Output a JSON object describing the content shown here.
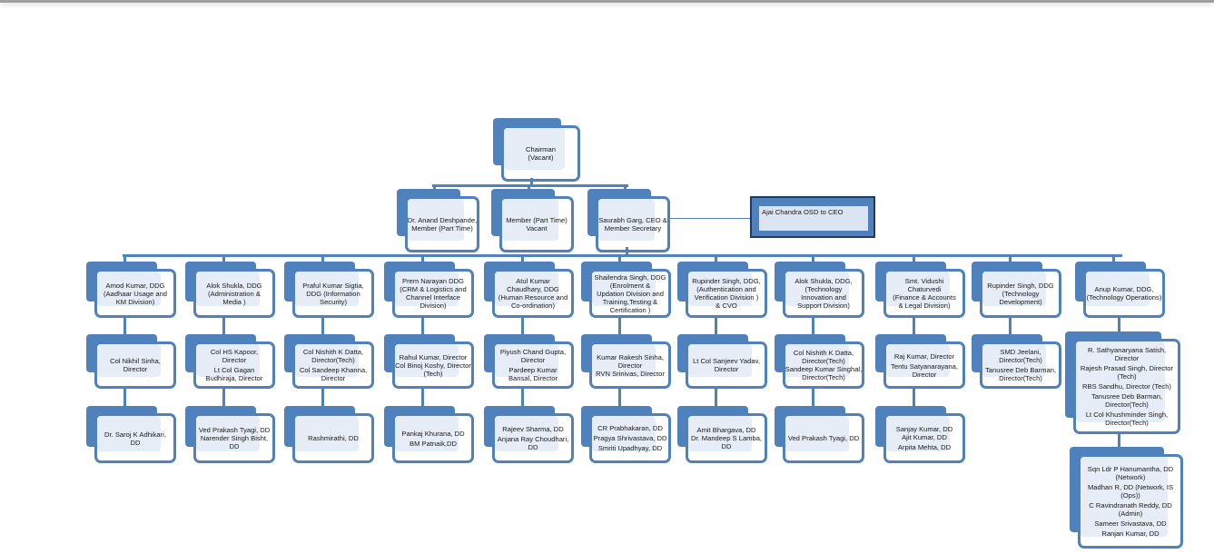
{
  "chart_title": "",
  "top": {
    "chairman": [
      "Chairman",
      "(Vacant)"
    ],
    "members": [
      [
        "Dr. Anand Deshpande,",
        "Member (Part Time)"
      ],
      [
        "Member (Part Time)",
        "Vacant"
      ],
      [
        "Saurabh Garg, CEO &",
        "Member Secretary"
      ]
    ],
    "osd": "Ajai Chandra OSD to CEO"
  },
  "columns": [
    {
      "ddg": [
        "Amod Kumar, DDG",
        "(Aadhaar Usage and",
        "KM Division)"
      ],
      "directors": [
        [
          "Col Nikhil Sinha,",
          "Director"
        ]
      ],
      "dds": [
        [
          "Dr. Saroj K Adhikari,",
          "DD"
        ]
      ]
    },
    {
      "ddg": [
        "Alok Shukla, DDG",
        "(Administration &",
        "Media )"
      ],
      "directors": [
        [
          "Col HS Kapoor,",
          "Director"
        ],
        [
          "Lt Col Gagan",
          "Budhiraja,  Director"
        ]
      ],
      "dds": [
        [
          "Ved Prakash Tyagi, DD",
          "Narender Singh Bisht,",
          "DD"
        ]
      ]
    },
    {
      "ddg": [
        "Praful Kumar Sigtia,",
        "DDG (Information",
        "Security)"
      ],
      "directors": [
        [
          "Col Nishith K Datta,",
          "Director(Tech)"
        ],
        [
          "Col Sandeep Khanna,",
          "Director"
        ]
      ],
      "dds": [
        [
          "Rashmirathi, DD"
        ]
      ]
    },
    {
      "ddg": [
        "Prem Narayan DDG",
        "(CRM & Logistics and",
        "Channel  Interface",
        "Division)"
      ],
      "directors": [
        [
          "Rahul Kumar, Director",
          "Col Binoj Koshy, Director",
          "(Tech)"
        ]
      ],
      "dds": [
        [
          "Pankaj Khurana, DD"
        ],
        [
          "BM Patnaik,DD"
        ]
      ]
    },
    {
      "ddg": [
        "Atul Kumar",
        "Chaudhary, DDG",
        "(Human Resource and",
        "Co-ordination)"
      ],
      "directors": [
        [
          "Piyush Chand Gupta,",
          "Director"
        ],
        [
          "Pardeep Kumar",
          "Bansal, Director"
        ]
      ],
      "dds": [
        [
          "Rajeev Sharma, DD"
        ],
        [
          "Anjana Ray Choudhari,",
          "DD"
        ]
      ]
    },
    {
      "ddg": [
        "Shailendra Singh, DDG",
        "(Enrolment &",
        "Updation Division and",
        "Training,Testing &",
        "Certification  )"
      ],
      "directors": [
        [
          "Kumar Rakesh Sinha,",
          "Director",
          "RVN Srinivas, Director"
        ]
      ],
      "dds": [
        [
          "CR Prabhakaran, DD"
        ],
        [
          "Pragya Shrivastava, DD"
        ],
        [
          "Smriti Upadhyay, DD"
        ]
      ]
    },
    {
      "ddg": [
        "Rupinder Singh, DDG,",
        "(Authentication and",
        "Verification Division )",
        "& CVO"
      ],
      "directors": [
        [
          "Lt Col Sanjeev Yadav,",
          "Director"
        ]
      ],
      "dds": [
        [
          "Amit Bhargava, DD",
          "Dr. Mandeep S Lamba,",
          "DD"
        ]
      ]
    },
    {
      "ddg": [
        "Alok Shukla, DDG,",
        "(Technology",
        "Innovation and",
        "Support Division)"
      ],
      "directors": [
        [
          "Col Nishith K Datta,",
          "Director(Tech)",
          "Sandeep Kumar Singhal,",
          "Director(Tech)"
        ]
      ],
      "dds": [
        [
          "Ved Prakash Tyagi, DD"
        ]
      ]
    },
    {
      "ddg": [
        "Smt. Vidushi",
        "Chaturvedi",
        "(Finance & Accounts",
        "& Legal Division)"
      ],
      "directors": [
        [
          "Raj Kumar, Director"
        ],
        [
          "Tentu Satyanarayana,",
          "Director"
        ]
      ],
      "dds": [
        [
          "Sanjay Kumar, DD",
          "Ajit Kumar, DD"
        ],
        [
          "Arpita Mehta, DD"
        ]
      ]
    },
    {
      "ddg": [
        "Rupinder Singh, DDG",
        "(Technology",
        "Development)"
      ],
      "directors": [
        [
          "SMD Jeelani,",
          "Director(Tech)"
        ],
        [
          "Tanusree Deb Barman,",
          "Director(Tech)"
        ]
      ],
      "dds": []
    },
    {
      "ddg": [
        "Anup Kumar, DDG,",
        "(Technology Operations)"
      ],
      "directors": [
        [
          "R. Sathyanaryana Satish,",
          "Director"
        ],
        [
          "Rajesh Prasad Singh, Director",
          "(Tech)"
        ],
        [
          "RBS Sandhu, Director (Tech)"
        ],
        [
          "Tanusree Deb Barman,",
          "Director(Tech)"
        ],
        [
          "Lt Col Khushminder Singh,",
          "Director(Tech)"
        ]
      ],
      "dds": [
        [
          "Sqn Ldr P Hanumantha, DD",
          "(Network)"
        ],
        [
          "Madhan R, DD (Network, IS",
          "(Ops))"
        ],
        [
          "C Ravindranath Reddy, DD",
          "(Admin)"
        ],
        [
          "Sameer Srivastava, DD"
        ],
        [
          "Ranjan Kumar, DD"
        ]
      ]
    }
  ]
}
